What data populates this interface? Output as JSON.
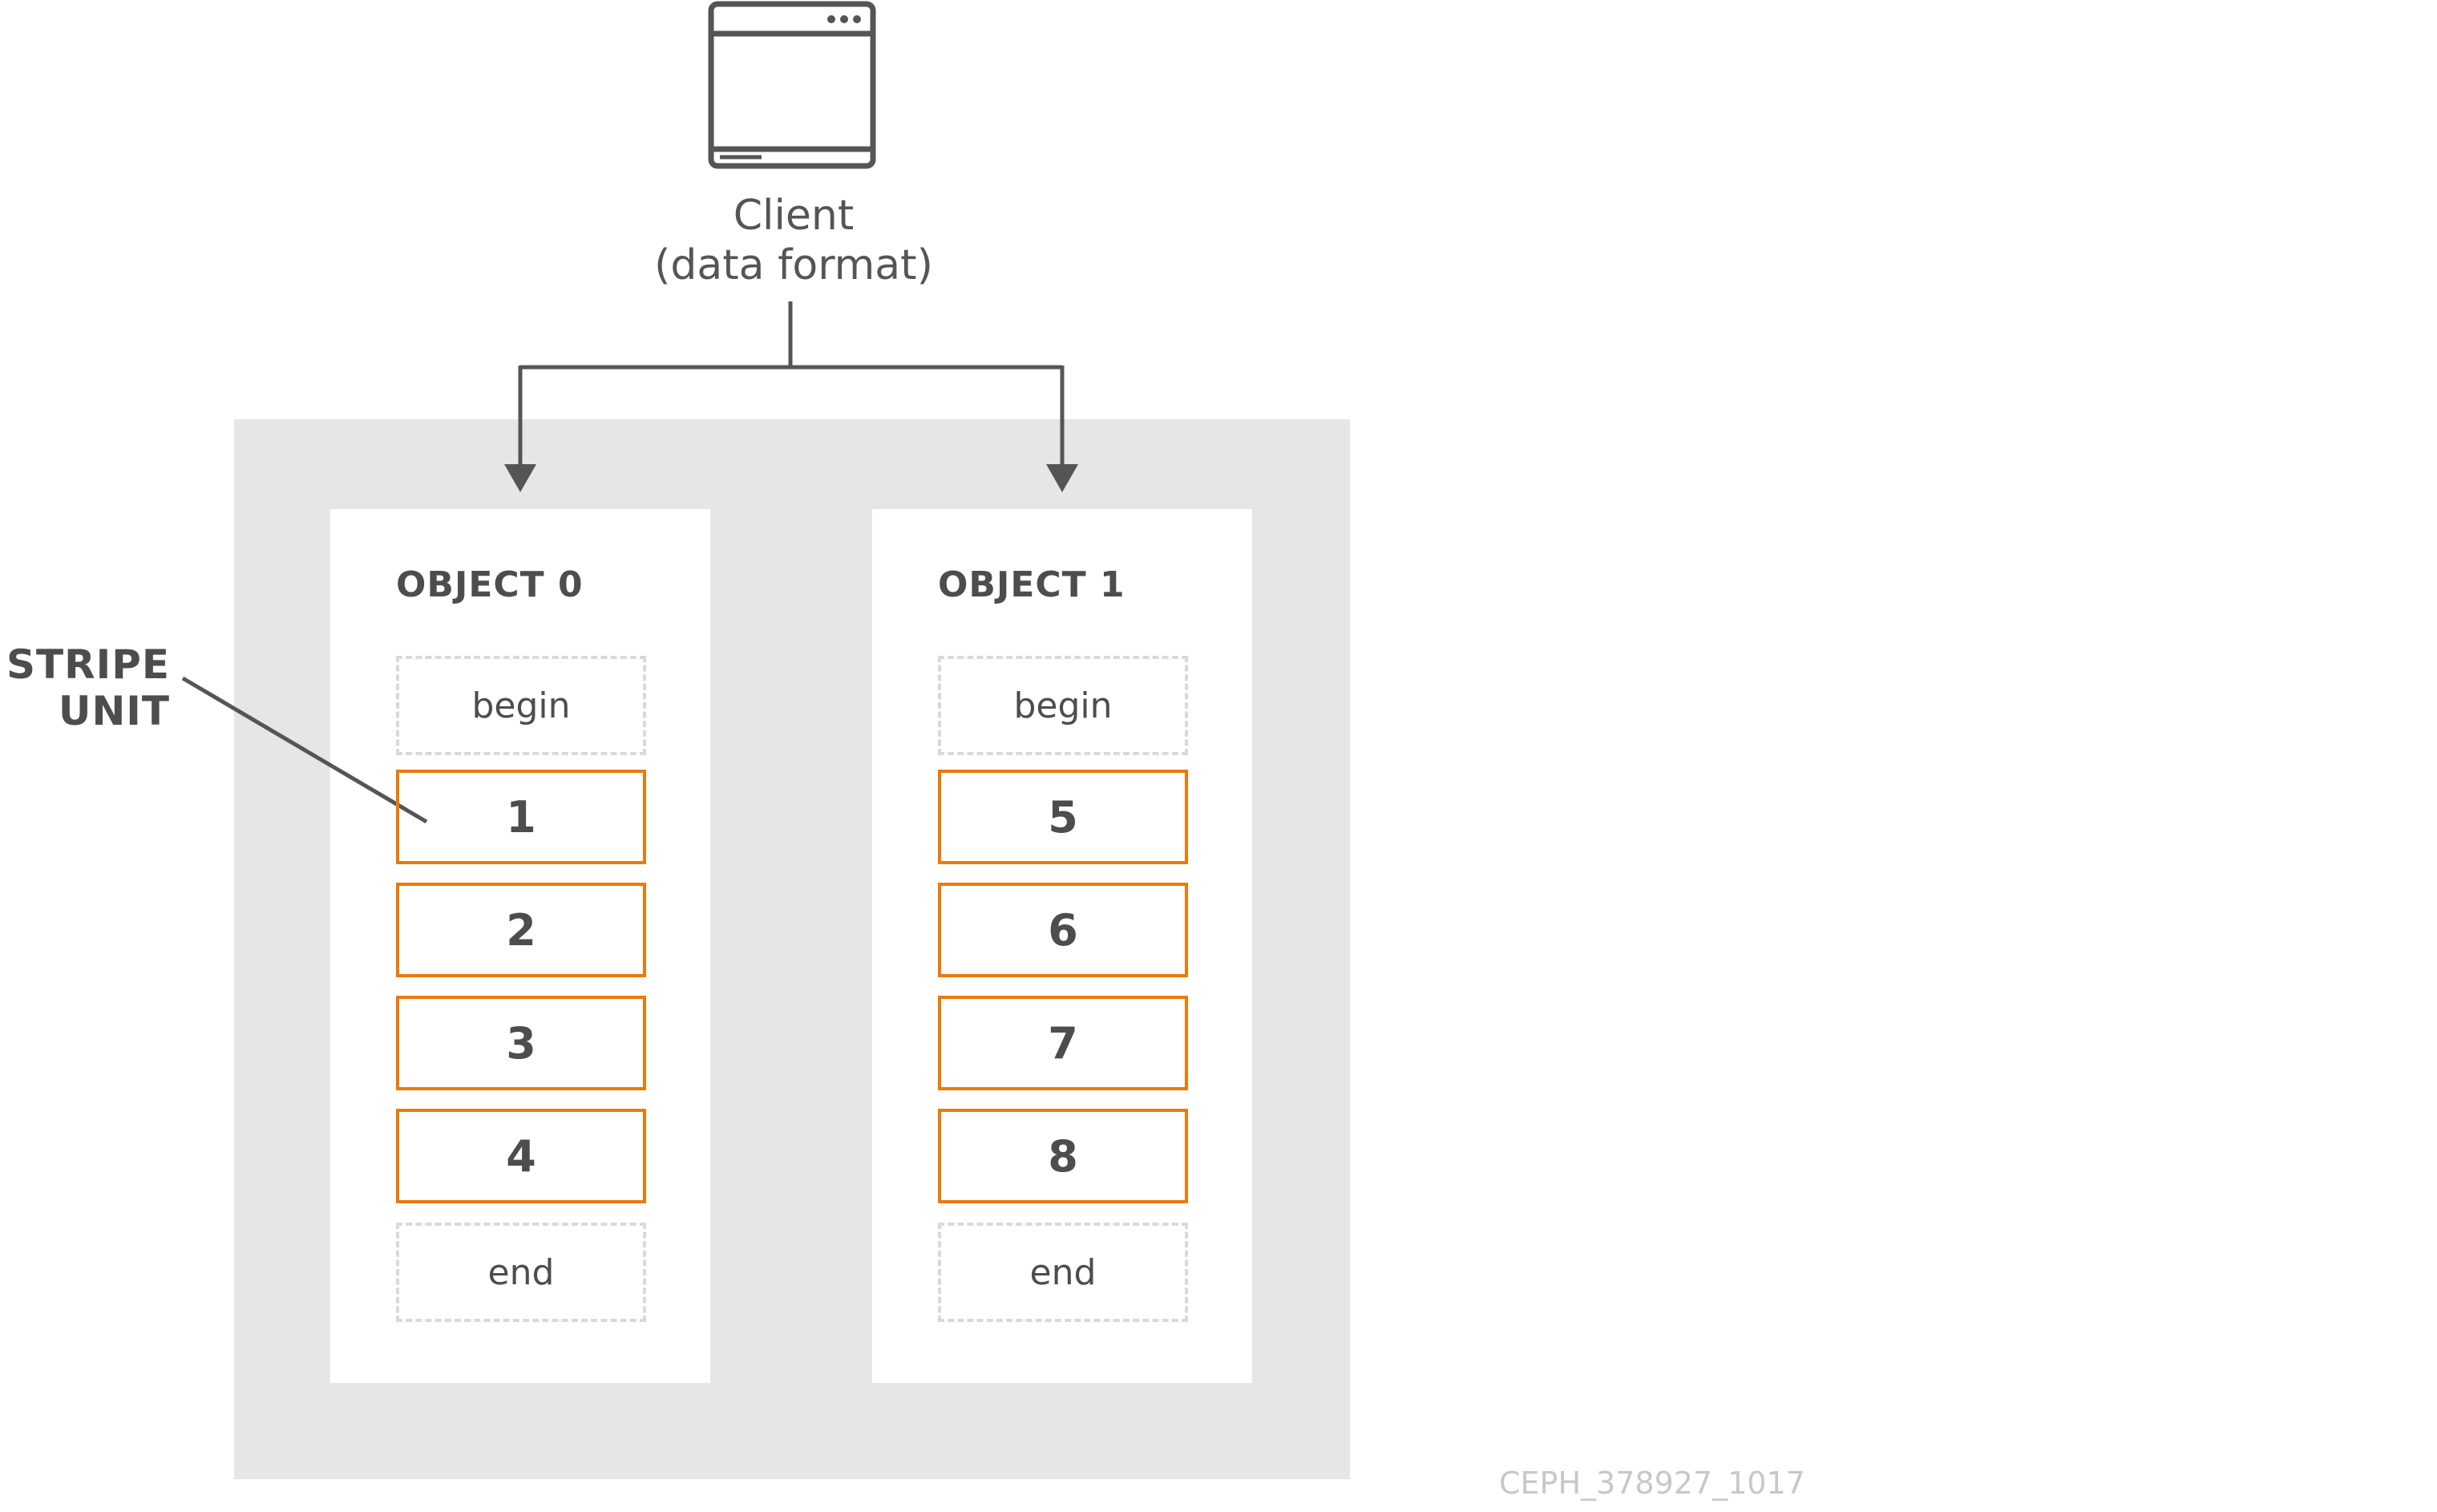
{
  "client": {
    "icon": "browser-window-icon",
    "title": "Client",
    "subtitle": "(data format)"
  },
  "objects": [
    {
      "title": "OBJECT 0",
      "begin_label": "begin",
      "stripe_units": [
        "1",
        "2",
        "3",
        "4"
      ],
      "end_label": "end"
    },
    {
      "title": "OBJECT 1",
      "begin_label": "begin",
      "stripe_units": [
        "5",
        "6",
        "7",
        "8"
      ],
      "end_label": "end"
    }
  ],
  "callout": {
    "line1": "STRIPE",
    "line2": "UNIT"
  },
  "watermark": "CEPH_378927_1017",
  "colors": {
    "container_background": "#e6e6e6",
    "stripe_unit_border": "#ec7a08",
    "dashed_border": "#d9d9d9",
    "line_color": "#555555"
  }
}
